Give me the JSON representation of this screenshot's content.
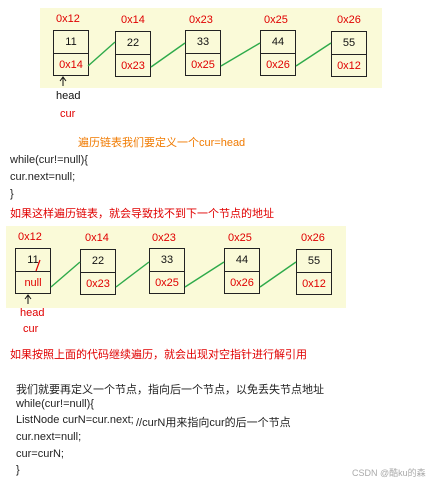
{
  "diagram1": {
    "nodes": [
      {
        "addr": "0x12",
        "val": "11",
        "next": "0x14"
      },
      {
        "addr": "0x14",
        "val": "22",
        "next": "0x23"
      },
      {
        "addr": "0x23",
        "val": "33",
        "next": "0x25"
      },
      {
        "addr": "0x25",
        "val": "44",
        "next": "0x26"
      },
      {
        "addr": "0x26",
        "val": "55",
        "next": "0x12"
      }
    ],
    "head_label": "head",
    "cur_label": "cur"
  },
  "section1": {
    "caption": "遍历链表我们要定义一个cur=head",
    "code": [
      "while(cur!=null){",
      "cur.next=null;",
      "}"
    ],
    "note": "如果这样遍历链表，就会导致找不到下一个节点的地址"
  },
  "diagram2": {
    "nodes": [
      {
        "addr": "0x12",
        "val": "11",
        "next": "null"
      },
      {
        "addr": "0x14",
        "val": "22",
        "next": "0x23"
      },
      {
        "addr": "0x23",
        "val": "33",
        "next": "0x25"
      },
      {
        "addr": "0x25",
        "val": "44",
        "next": "0x26"
      },
      {
        "addr": "0x26",
        "val": "55",
        "next": "0x12"
      }
    ],
    "head_label": "head",
    "cur_label": "cur"
  },
  "section2": {
    "note": "如果按照上面的代码继续遍历，就会出现对空指针进行解引用"
  },
  "section3": {
    "intro": "我们就要再定义一个节点，指向后一个节点，以免丢失节点地址",
    "code": [
      "while(cur!=null){",
      "ListNode curN=cur.next;",
      "cur.next=null;",
      "cur=curN;",
      "}"
    ],
    "comment": "//curN用来指向cur的后一个节点"
  },
  "watermark": "CSDN @酷ku的森",
  "colors": {
    "red": "#e00000",
    "orange": "#f07a00",
    "green": "#2eaa4a",
    "highlight": "#fafad8"
  }
}
